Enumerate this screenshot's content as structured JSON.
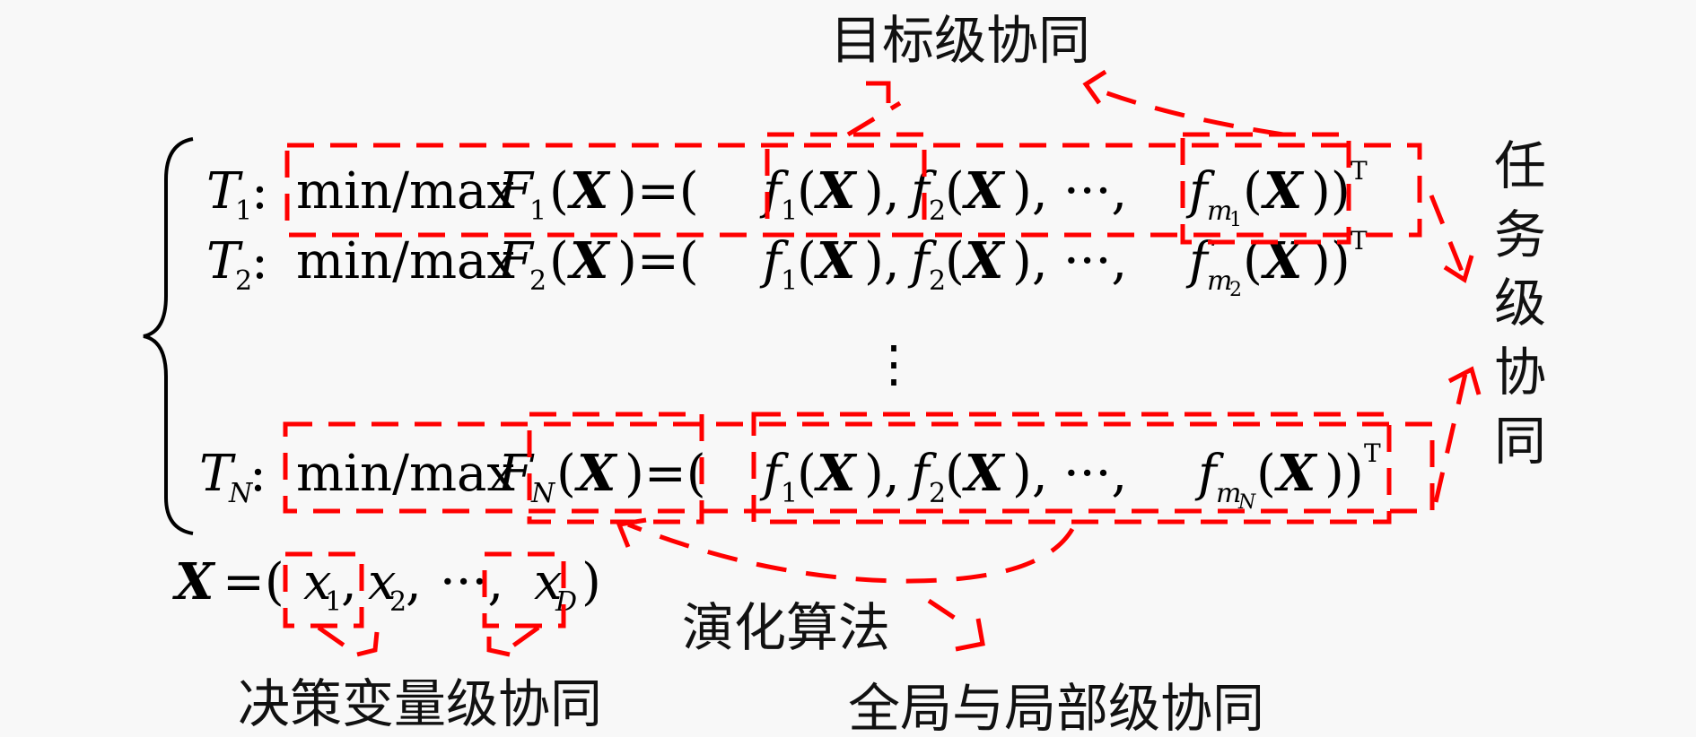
{
  "labels": {
    "objective_level": "目标级协同",
    "task_level": [
      "任",
      "务",
      "级",
      "协",
      "同"
    ],
    "decision_variable_level": "决策变量级协同",
    "evolutionary_algorithm": "演化算法",
    "global_local_level": "全局与局部级协同"
  },
  "equations": {
    "row1": {
      "task": "T",
      "task_sub": "1",
      "op": "min/max",
      "F": "F",
      "F_sub": "1",
      "last_sub": "m",
      "last_sub2": "1"
    },
    "row2": {
      "task": "T",
      "task_sub": "2",
      "op": "min/max",
      "F": "F",
      "F_sub": "2",
      "last_sub": "m",
      "last_sub2": "2"
    },
    "rowN": {
      "task": "T",
      "task_sub": "N",
      "op": "min/max",
      "F": "F",
      "F_sub": "N",
      "last_sub": "m",
      "last_sub2": "N"
    },
    "vdots": "⋮",
    "X_def": "X=(x1, x2, …, xD)"
  },
  "colors": {
    "annotation": "#ff0000",
    "text": "#000000",
    "background": "#f8f8f8"
  }
}
